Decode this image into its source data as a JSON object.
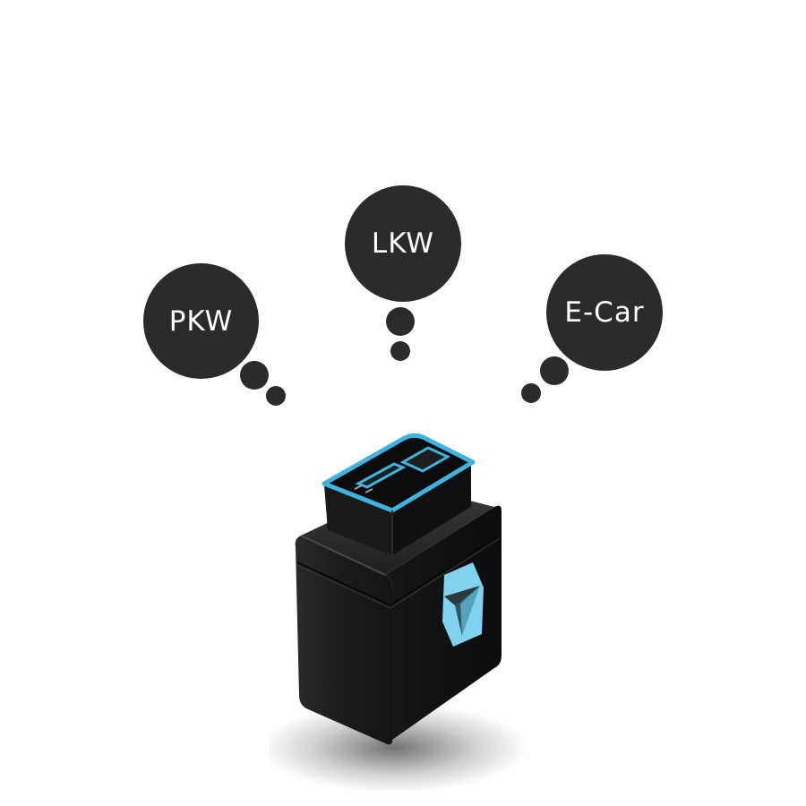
{
  "bubbles": {
    "pkw": {
      "label": "PKW"
    },
    "lkw": {
      "label": "LKW"
    },
    "ecar": {
      "label": "E-Car"
    }
  },
  "colors": {
    "bubble": "#2b2b2b",
    "device_body": "#1c1c1c",
    "accent": "#3fb3e0",
    "logo": "#7fd3ef"
  },
  "icons": {
    "device": "obd-dongle-icon",
    "logo": "hexagon-triangle-logo-icon"
  }
}
